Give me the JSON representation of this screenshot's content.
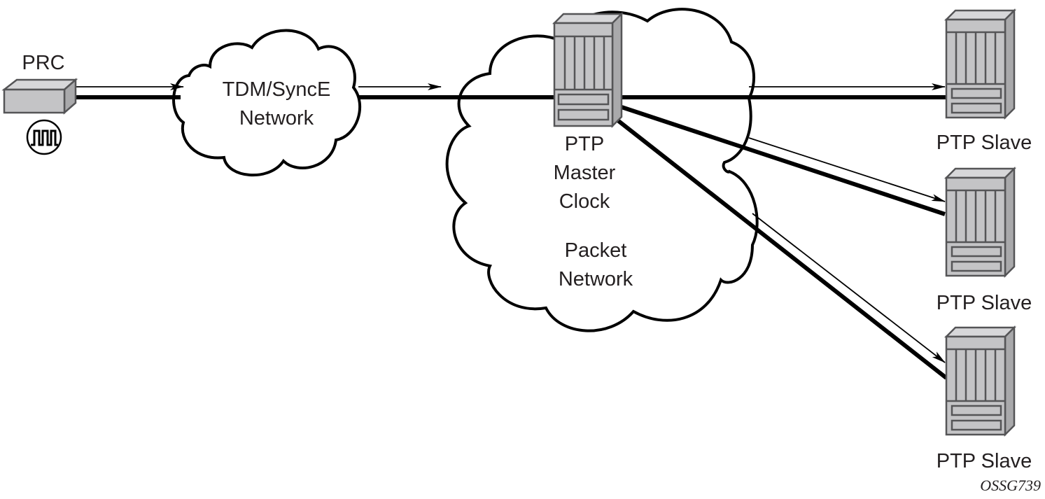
{
  "diagram": {
    "title": "PTP master clock distributing timing over a packet network",
    "figure_id": "OSSG739",
    "nodes": {
      "prc": {
        "label": "PRC",
        "icon": "clock-signal-icon"
      },
      "tdm_network": {
        "label_line1": "TDM/SyncE",
        "label_line2": "Network"
      },
      "master": {
        "label_line1": "PTP",
        "label_line2": "Master",
        "label_line3": "Clock"
      },
      "packet_network": {
        "label_line1": "Packet",
        "label_line2": "Network"
      },
      "slaves": [
        {
          "label": "PTP Slave"
        },
        {
          "label": "PTP Slave"
        },
        {
          "label": "PTP Slave"
        }
      ]
    },
    "colors": {
      "device_fill": "#c4c4c6",
      "device_stroke": "#555557",
      "line": "#000000",
      "text": "#231f20"
    }
  }
}
